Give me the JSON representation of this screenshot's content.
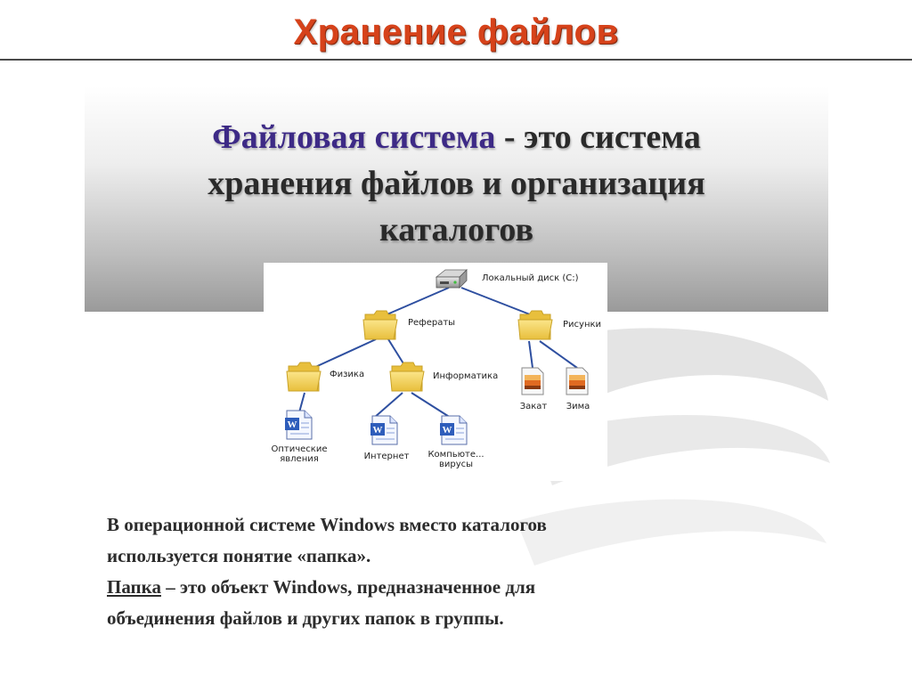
{
  "slide": {
    "title": "Хранение файлов",
    "definition": {
      "term": "Файловая система",
      "dash": " - ",
      "line1_rest": "это система",
      "line2": "хранения файлов и организация",
      "line3": "каталогов"
    },
    "body": {
      "p1_line1": "В операционной системе Windows вместо каталогов",
      "p1_line2": "используется понятие «папка».",
      "p2_term": "Папка",
      "p2_line1_rest": " – это объект Windows, предназначенное для",
      "p2_line2": "объединения файлов и других папок в группы."
    }
  },
  "tree": {
    "root": {
      "label": "Локальный диск (C:)",
      "icon": "hard-drive-icon"
    },
    "folders": [
      {
        "key": "referaty",
        "label": "Рефераты",
        "icon": "folder-icon"
      },
      {
        "key": "risunki",
        "label": "Рисунки",
        "icon": "folder-icon"
      },
      {
        "key": "fizika",
        "label": "Физика",
        "icon": "folder-icon"
      },
      {
        "key": "informatika",
        "label": "Информатика",
        "icon": "folder-icon"
      }
    ],
    "files": [
      {
        "key": "opticheskie",
        "label_line1": "Оптические",
        "label_line2": "явления",
        "icon": "word-document-icon"
      },
      {
        "key": "internet",
        "label_line1": "Интернет",
        "label_line2": "",
        "icon": "word-document-icon"
      },
      {
        "key": "virusy",
        "label_line1": "Компьюте...",
        "label_line2": "вирусы",
        "icon": "word-document-icon"
      },
      {
        "key": "zakat",
        "label_line1": "Закат",
        "label_line2": "",
        "icon": "image-file-icon"
      },
      {
        "key": "zima",
        "label_line1": "Зима",
        "label_line2": "",
        "icon": "image-file-icon"
      }
    ],
    "colors": {
      "connector": "#2e4fa0",
      "folder": "#f2d35a",
      "folder_edge": "#c9a227",
      "title": "#d6421a",
      "term": "#3d2a86"
    }
  }
}
